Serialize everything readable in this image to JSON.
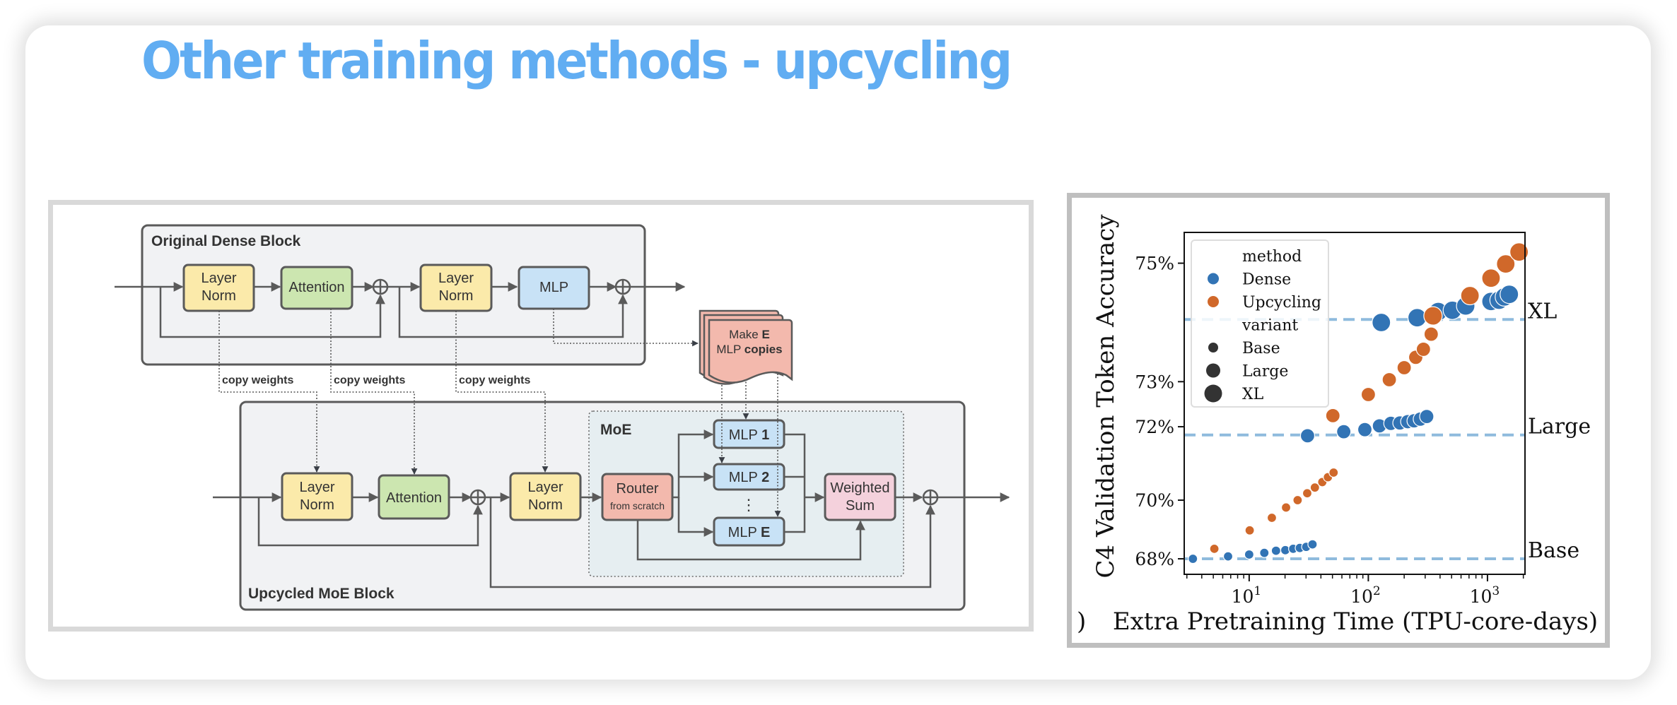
{
  "slide": {
    "title": "Other training methods - upcycling"
  },
  "diagram": {
    "dense_block_label": "Original Dense Block",
    "moe_block_label": "Upcycled MoE Block",
    "moe_label": "MoE",
    "layer_norm_line1": "Layer",
    "layer_norm_line2": "Norm",
    "attention": "Attention",
    "mlp": "MLP",
    "copy_weights": "copy weights",
    "make_copies_line1_a": "Make ",
    "make_copies_line1_b": "E",
    "make_copies_line2_a": "MLP ",
    "make_copies_line2_b": "copies",
    "router": "Router",
    "router_sub": "from scratch",
    "mlp_prefix": "MLP ",
    "mlp1_idx": "1",
    "mlp2_idx": "2",
    "mlpE_idx": "E",
    "ellipsis": "⋮",
    "weighted_line1": "Weighted",
    "weighted_line2": "Sum",
    "plus_symbol": "⊕",
    "colors": {
      "layer_norm": "#fbeaaa",
      "attention": "#cce6b0",
      "mlp": "#c8e2f6",
      "router": "#f3b9ad",
      "weighted_sum": "#f4d1dc",
      "block_bg": "#f1f2f4",
      "moe_bg": "#e6eef1",
      "stroke": "#5a5a5a"
    }
  },
  "chart_data": {
    "type": "scatter",
    "title": "",
    "xlabel": "Extra Pretraining Time (TPU-core-days)",
    "xlabel_prefix_fragment": ")",
    "ylabel": "C4 Validation Token Accuracy",
    "xscale": "log",
    "yscale": "custom: -log(0.79 - accuracy)",
    "xlim": [
      2.85,
      2065
    ],
    "ylim": [
      67.4,
      75.4
    ],
    "xticks": [
      {
        "value": 10,
        "label_base": "10",
        "label_exp": "1"
      },
      {
        "value": 100,
        "label_base": "10",
        "label_exp": "2"
      },
      {
        "value": 1000,
        "label_base": "10",
        "label_exp": "3"
      }
    ],
    "yticks": [
      {
        "value": 68,
        "label": "68%"
      },
      {
        "value": 70,
        "label": "70%"
      },
      {
        "value": 72,
        "label": "72%"
      },
      {
        "value": 73,
        "label": "73%"
      },
      {
        "value": 75,
        "label": "75%"
      }
    ],
    "grid": false,
    "legend": {
      "placement": "top-left",
      "method_title": "method",
      "variant_title": "variant",
      "methods": [
        {
          "name": "Dense",
          "color": "#3274b5"
        },
        {
          "name": "Upcycling",
          "color": "#d0682a"
        }
      ],
      "variants": [
        {
          "name": "Base",
          "size": "small"
        },
        {
          "name": "Large",
          "size": "medium"
        },
        {
          "name": "XL",
          "size": "large"
        }
      ]
    },
    "reference_lines": [
      {
        "label": "XL",
        "value": 74.15,
        "style": "dashed",
        "color": "#8fbbdd"
      },
      {
        "label": "Large",
        "value": 71.8,
        "style": "dashed",
        "color": "#8fbbdd"
      },
      {
        "label": "Base",
        "value": 68.0,
        "style": "dashed",
        "color": "#8fbbdd"
      }
    ],
    "series": [
      {
        "method": "Dense",
        "variant": "Base",
        "x": [
          3.37,
          6.65,
          10.0,
          13.4,
          16.8,
          20.1,
          23.4,
          26.6,
          30.1,
          34.0
        ],
        "y": [
          68.0,
          68.09,
          68.16,
          68.22,
          68.3,
          68.32,
          68.37,
          68.4,
          68.44,
          68.53
        ]
      },
      {
        "method": "Upcycling",
        "variant": "Base",
        "x": [
          5.1,
          10.1,
          15.5,
          20.4,
          25.5,
          30.7,
          35.6,
          41.1,
          45.8,
          51.1
        ],
        "y": [
          68.37,
          69.02,
          69.44,
          69.77,
          70.0,
          70.21,
          70.38,
          70.54,
          70.68,
          70.81
        ]
      },
      {
        "method": "Dense",
        "variant": "Large",
        "x": [
          30.9,
          62.2,
          93.5,
          124,
          154.5,
          184,
          214,
          242,
          273,
          309
        ],
        "y": [
          71.78,
          71.88,
          71.93,
          72.02,
          72.08,
          72.09,
          72.12,
          72.14,
          72.18,
          72.24
        ]
      },
      {
        "method": "Upcycling",
        "variant": "Large",
        "x": [
          50.4,
          100,
          150,
          200,
          250,
          290,
          337
        ],
        "y": [
          72.26,
          72.73,
          73.04,
          73.28,
          73.48,
          73.63,
          73.9
        ]
      },
      {
        "method": "Dense",
        "variant": "XL",
        "x": [
          128.5,
          257,
          386,
          507,
          656,
          1071,
          1251,
          1386,
          1524
        ],
        "y": [
          74.1,
          74.18,
          74.28,
          74.3,
          74.37,
          74.44,
          74.46,
          74.51,
          74.55
        ]
      },
      {
        "method": "Upcycling",
        "variant": "XL",
        "x": [
          349,
          713,
          1071,
          1423,
          1841
        ],
        "y": [
          74.21,
          74.53,
          74.79,
          74.99,
          75.15
        ]
      }
    ]
  }
}
